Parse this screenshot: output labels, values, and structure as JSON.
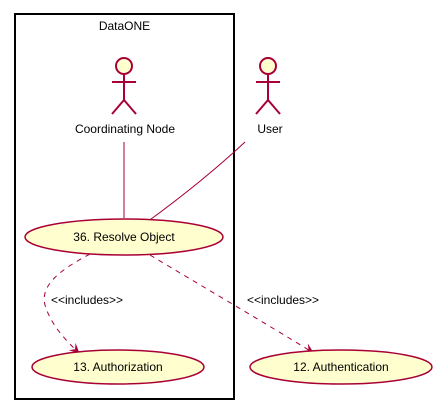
{
  "boundary": {
    "title": "DataONE"
  },
  "actors": {
    "coordinating_node": "Coordinating Node",
    "user": "User"
  },
  "use_cases": {
    "resolve_object": "36. Resolve Object",
    "authorization": "13. Authorization",
    "authentication": "12. Authentication"
  },
  "relations": {
    "includes_authorization": "<<includes>>",
    "includes_authentication": "<<includes>>"
  },
  "colors": {
    "actor_stroke": "#A80036",
    "actor_fill": "#FEFECE",
    "usecase_fill": "#FEFECE",
    "usecase_stroke": "#A80036",
    "edge": "#A80036",
    "boundary": "#000000"
  }
}
